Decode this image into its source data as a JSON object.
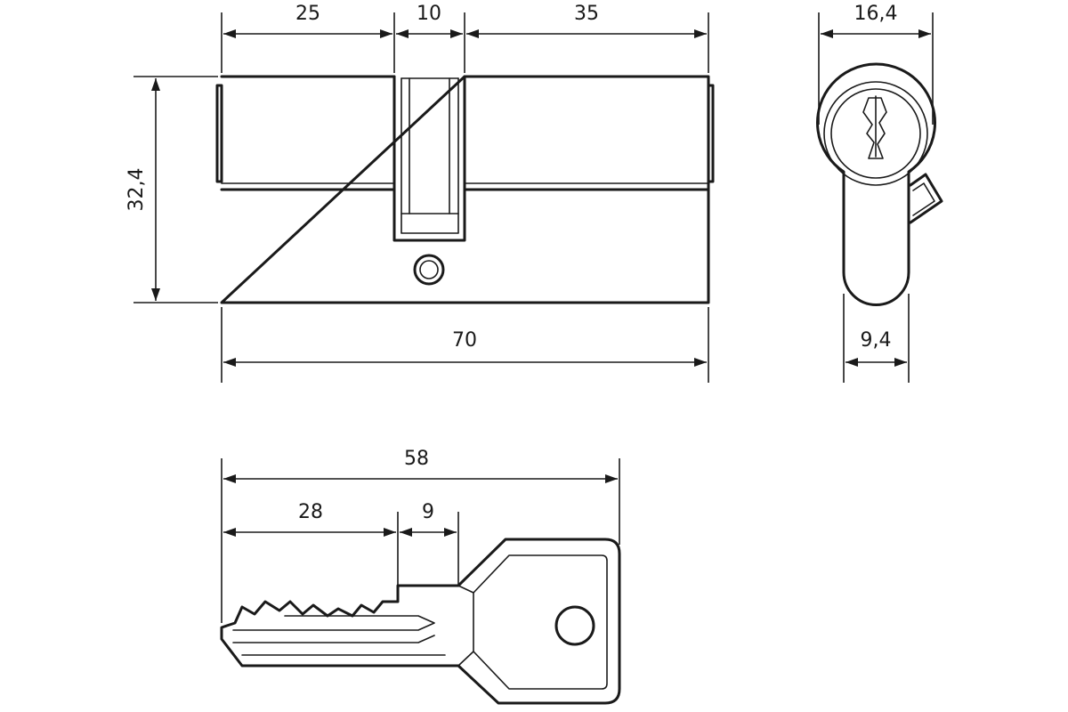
{
  "colors": {
    "stroke": "#1a1a1a",
    "background": "#ffffff"
  },
  "cylinder_front": {
    "dims": {
      "left_length": "25",
      "cam_width": "10",
      "right_length": "35",
      "height": "32,4",
      "total_length": "70"
    }
  },
  "cylinder_side": {
    "dims": {
      "top_width": "16,4",
      "bottom_width": "9,4"
    }
  },
  "key": {
    "dims": {
      "total_length": "58",
      "blade_length": "28",
      "shoulder_length": "9"
    }
  }
}
